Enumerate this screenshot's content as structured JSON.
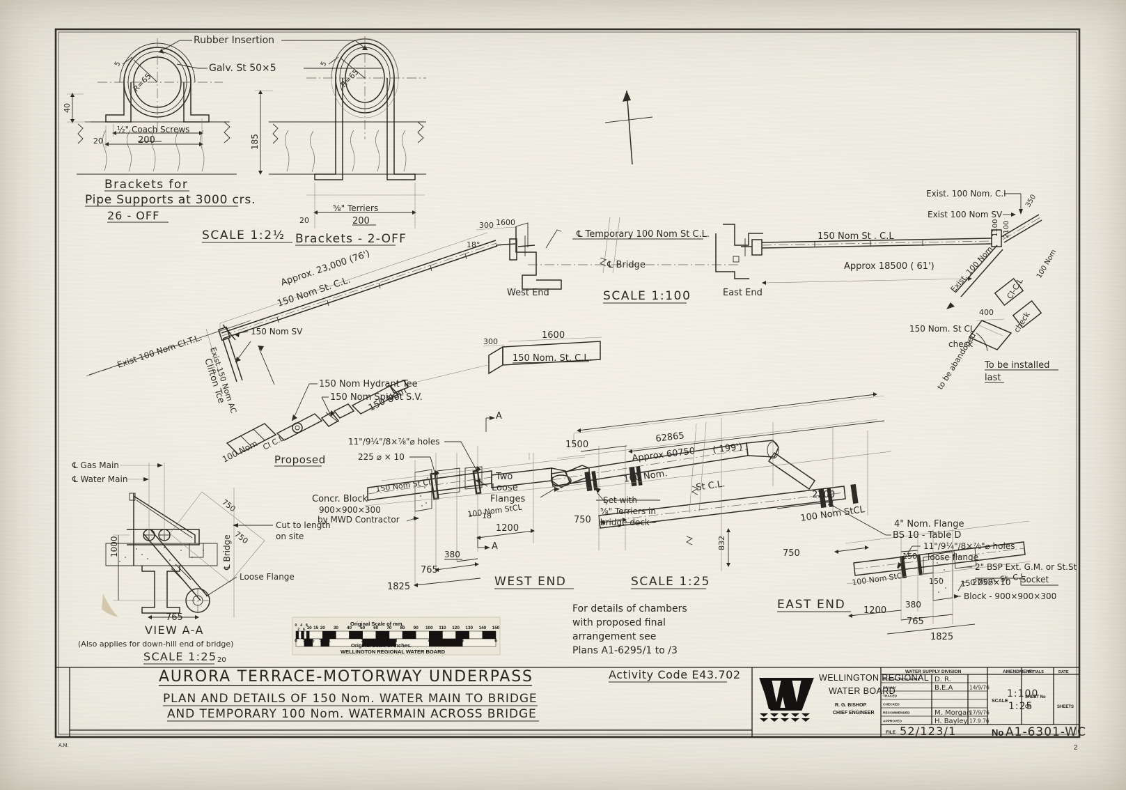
{
  "sheet": {
    "background_hex": "#efece3",
    "ink_hex": "#2e2b26",
    "corner_mark_left": "A.M.",
    "corner_mark_right": "2"
  },
  "bracket_detail": {
    "labels": {
      "rubber_insertion": "Rubber Insertion",
      "galv_steel": "Galv. St  50×5",
      "radius": "R=65",
      "thickness": "5",
      "height_40": "40",
      "height_185": "185",
      "edge_20_left": "20",
      "edge_20_right": "20",
      "coach_screws": "½\" Coach Screws",
      "dim_200_left": "200",
      "terriers": "⅝\" Terriers",
      "dim_200_right": "200"
    },
    "caption_left_line1": "Brackets for",
    "caption_left_line2": "Pipe Supports at 3000 crs.",
    "caption_left_line3": "26 - OFF",
    "caption_left_scale": "SCALE 1:2½",
    "caption_right": "Brackets - 2-OFF"
  },
  "plan_100": {
    "scale_label": "SCALE 1:100",
    "west_end": "West End",
    "east_end": "East End",
    "centre_temporary": "℄ Temporary 100 Nom  St C.L.",
    "centre_bridge": "℄ Bridge",
    "approx_west": "Approx. 23,000  (76')",
    "pipe_150_west": "150 Nom        St. C.L.",
    "pipe_150_east": "150 Nom St . C.L",
    "approx_east": "Approx  18500  ( 61')",
    "exist_ci_tl": "Exist 100 Nom CI.T.L.",
    "exist_150_ac": "Exist 150 Nom AC",
    "clifton_tce": "Clifton Tce",
    "sv_150": "150 Nom SV",
    "angle_18": "18°",
    "dim_300": "300",
    "dim_1600": "1600",
    "exist_100_ci": "Exist. 100 Nom. C.I",
    "exist_100_sv": "Exist 100 Nom SV",
    "exist_100_nom": "Exist. 100 Nom",
    "dim_1100": "1100",
    "dim_2100": "2100",
    "dim_350": "350",
    "dim_100_nom": "100 Nom",
    "ci_cl": "CI-C.L",
    "dim_400": "400",
    "check_a": "check",
    "check_b": "check",
    "st_cl_150_check": "150 Nom. St CL",
    "to_be_abandoned": "to be abandoned",
    "to_be_installed_last_1": "To be installed",
    "to_be_installed_last_2": "last"
  },
  "spool_detail": {
    "dim_300": "300",
    "dim_1600": "1600",
    "label": "150 Nom. St. C.L."
  },
  "proposed_detail": {
    "hydrant_tee": "150 Nom  Hydrant Tee",
    "spigot_sv": "150 Nom   Spigot S.V.",
    "nom_150": "150 Nom",
    "nom_100": "100 Nom",
    "ci_cl": "CI C.L.",
    "caption": "Proposed"
  },
  "view_aa": {
    "gas_main": "℄ Gas Main",
    "water_main": "℄ Water Main",
    "dim_750_a": "750",
    "dim_750_b": "750",
    "dim_1000": "1000",
    "dim_765": "765",
    "bridge_cl": "℄ Bridge",
    "cut_to_length_1": "Cut to length",
    "cut_to_length_2": "on site",
    "loose_flange": "Loose Flange",
    "title": "VIEW A-A",
    "note": "(Also applies for down-hill end of bridge)",
    "scale": "SCALE 1:25",
    "scale_suffix": "20"
  },
  "west_end_detail": {
    "title": "WEST END",
    "holes": "11\"/9¼\"/8×⅞\"⌀ holes",
    "plate": "225 ⌀ × 10",
    "pipe_150": "150 Nom St CL",
    "pipe_100": "100 Nom StCL",
    "concr_block_1": "Concr. Block",
    "concr_block_2": "900×900×300",
    "concr_block_3": "by MWD Contractor",
    "two_loose_flanges_1": "Two",
    "two_loose_flanges_2": "Loose",
    "two_loose_flanges_3": "Flanges",
    "dim_18": "18",
    "dim_1200": "1200",
    "dim_380": "380",
    "dim_765": "765",
    "dim_1825": "1825",
    "section_mark_top": "A",
    "section_mark_bottom": "A"
  },
  "main_25_detail": {
    "scale": "SCALE 1:25",
    "dim_62865": "62865",
    "dim_1500": "1500",
    "approx_60750": "Approx 60750",
    "approx_ft": "( 199')",
    "pipe_100_a": "100 Nom.",
    "pipe_st_cl": "St  C.L.",
    "dim_750_left": "750",
    "dim_750_mid": "750",
    "dim_832": "832",
    "dim_2200": "2200",
    "pipe_100_b": "100 Nom StCL",
    "set_with_1": "Set with",
    "set_with_2": "⅝\" Terriers in",
    "set_with_3": "bridge deck"
  },
  "east_end_detail": {
    "title": "EAST END",
    "flange_1": "4\" Nom. Flange",
    "flange_2": "BS 10 - Table D",
    "holes_1": "11\"/9¼\"/8×⅞\"⌀ holes",
    "holes_2": "loose flange",
    "bsp_1": "2\" BSP Ext. G.M. or St.St",
    "bsp_2": "Socket",
    "plate": "225⌀×10",
    "block": "Block - 900×900×300",
    "pipe_100": "100 Nom StCL",
    "pipe_150": "150 Nom. St. C.L",
    "dim_150_a": "150",
    "dim_150_b": "150",
    "dim_1200": "1200",
    "dim_380": "380",
    "dim_765": "765",
    "dim_1825": "1825"
  },
  "chamber_note": {
    "line1": "For details of chambers",
    "line2": "with proposed final",
    "line3": "arrangement  see",
    "line4": "Plans A1-6295/1 to /3"
  },
  "activity_code": "Activity Code E43.702",
  "scale_bar": {
    "title_mm": "Original Scale of mm.",
    "title_inches": "Original Scale of inches.",
    "owner": "WELLINGTON REGIONAL WATER BOARD",
    "mm_ticks": [
      "0",
      "2",
      "4",
      "6",
      "8",
      "10",
      "15",
      "20",
      "30",
      "40",
      "50",
      "60",
      "70",
      "80",
      "90",
      "100",
      "110",
      "120",
      "130",
      "140",
      "150"
    ],
    "inch_ticks": [
      "0",
      "¼",
      "½",
      "¾",
      "1",
      "2",
      "3",
      "4",
      "5",
      "6"
    ]
  },
  "title_block": {
    "drawing_title_main": "AURORA TERRACE-MOTORWAY UNDERPASS",
    "drawing_title_sub1": "PLAN AND DETAILS OF 150 Nom. WATER MAIN  TO  BRIDGE",
    "drawing_title_sub2": "AND TEMPORARY 100 Nom. WATERMAIN ACROSS BRIDGE",
    "org_line1": "WELLINGTON REGIONAL",
    "org_line2": "WATER BOARD",
    "engineer_name": "R. G. BISHOP",
    "engineer_title": "CHIEF ENGINEER",
    "division": "WATER SUPPLY DIVISION",
    "amendment": "AMENDMENT",
    "initials": "INITIALS",
    "date": "DATE",
    "rows": [
      {
        "label": "DESIGN - FIELD WORK",
        "value": "D. R.",
        "date": ""
      },
      {
        "label": "DRAWN",
        "value": "B.E.A",
        "date": "14/9/76"
      },
      {
        "label": "TRACED",
        "value": "",
        "date": ""
      },
      {
        "label": "CHECKED",
        "value": "",
        "date": ""
      },
      {
        "label": "RECOMMENDED",
        "value": "M. Morgan",
        "date": "17/9/76"
      },
      {
        "label": "APPROVED",
        "value": "H. Bayley",
        "date": "17.9.76"
      }
    ],
    "scale_label": "SCALE",
    "scale_value_1": "1:100",
    "scale_value_2": "1:25",
    "sheet_no_label": "SHEET No",
    "sheet_of_label": "OF",
    "sheets_label": "SHEETS",
    "file_label": "FILE",
    "file_value": "52/123/1",
    "no_label": "No",
    "no_value": "A1-6301-WC"
  }
}
